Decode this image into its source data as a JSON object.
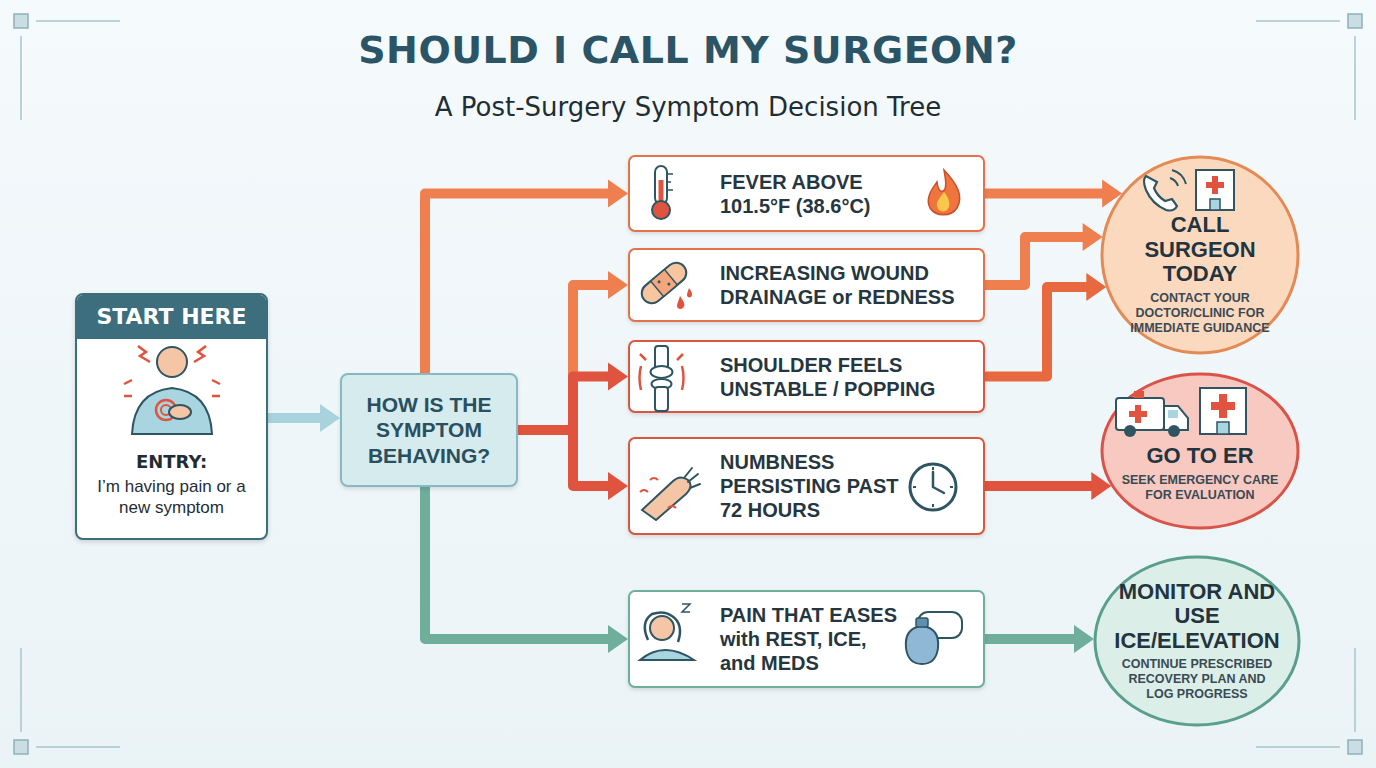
{
  "diagram": {
    "title": "SHOULD I CALL MY SURGEON?",
    "nodes": [
      {
        "text": [
          "START HERE",
          "ENTRY:",
          "I’m having pain or a new symptom"
        ]
      },
      {
        "text": [
          "HOW IS THE SYMPTOM BEHAVING?"
        ]
      },
      {
        "text": [
          "FEVER ABOVE 101.5°F (38.6°C)"
        ]
      },
      {
        "text": [
          "INCREASING WOUND DRAINAGE or REDNESS"
        ]
      },
      {
        "text": [
          "SHOULDER FEELS UNSTABLE / POPPING"
        ]
      },
      {
        "text": [
          "NUMBNESS PERSISTING PAST 72 HOURS"
        ]
      },
      {
        "text": [
          "PAIN THAT EASES with REST, ICE, and MEDS"
        ]
      },
      {
        "text": [
          "CALL SURGEON TODAY",
          "CONTACT YOUR DOCTOR/CLINIC FOR IMMEDIATE GUIDANCE"
        ]
      },
      {
        "text": [
          "GO TO ER",
          "SEEK EMERGENCY CARE FOR EVALUATION"
        ]
      },
      {
        "text": [
          "MONITOR AND USE ICE/ELEVATION",
          "CONTINUE PRESCRIBED RECOVERY PLAN AND LOG PROGRESS"
        ]
      }
    ],
    "edges": [
      {
        "from": 0,
        "to": 1,
        "arrow": "to"
      },
      {
        "from": 1,
        "to": 2,
        "arrow": "to"
      },
      {
        "from": 1,
        "to": 3,
        "arrow": "to"
      },
      {
        "from": 1,
        "to": 4,
        "arrow": "to"
      },
      {
        "from": 1,
        "to": 5,
        "arrow": "to"
      },
      {
        "from": 1,
        "to": 6,
        "arrow": "to"
      },
      {
        "from": 2,
        "to": 7,
        "arrow": "to"
      },
      {
        "from": 3,
        "to": 7,
        "arrow": "to"
      },
      {
        "from": 4,
        "to": 7,
        "arrow": "to"
      },
      {
        "from": 5,
        "to": 8,
        "arrow": "to"
      },
      {
        "from": 6,
        "to": 9,
        "arrow": "to"
      }
    ],
    "labels": [
      "A Post-Surgery Symptom Decision Tree"
    ]
  }
}
